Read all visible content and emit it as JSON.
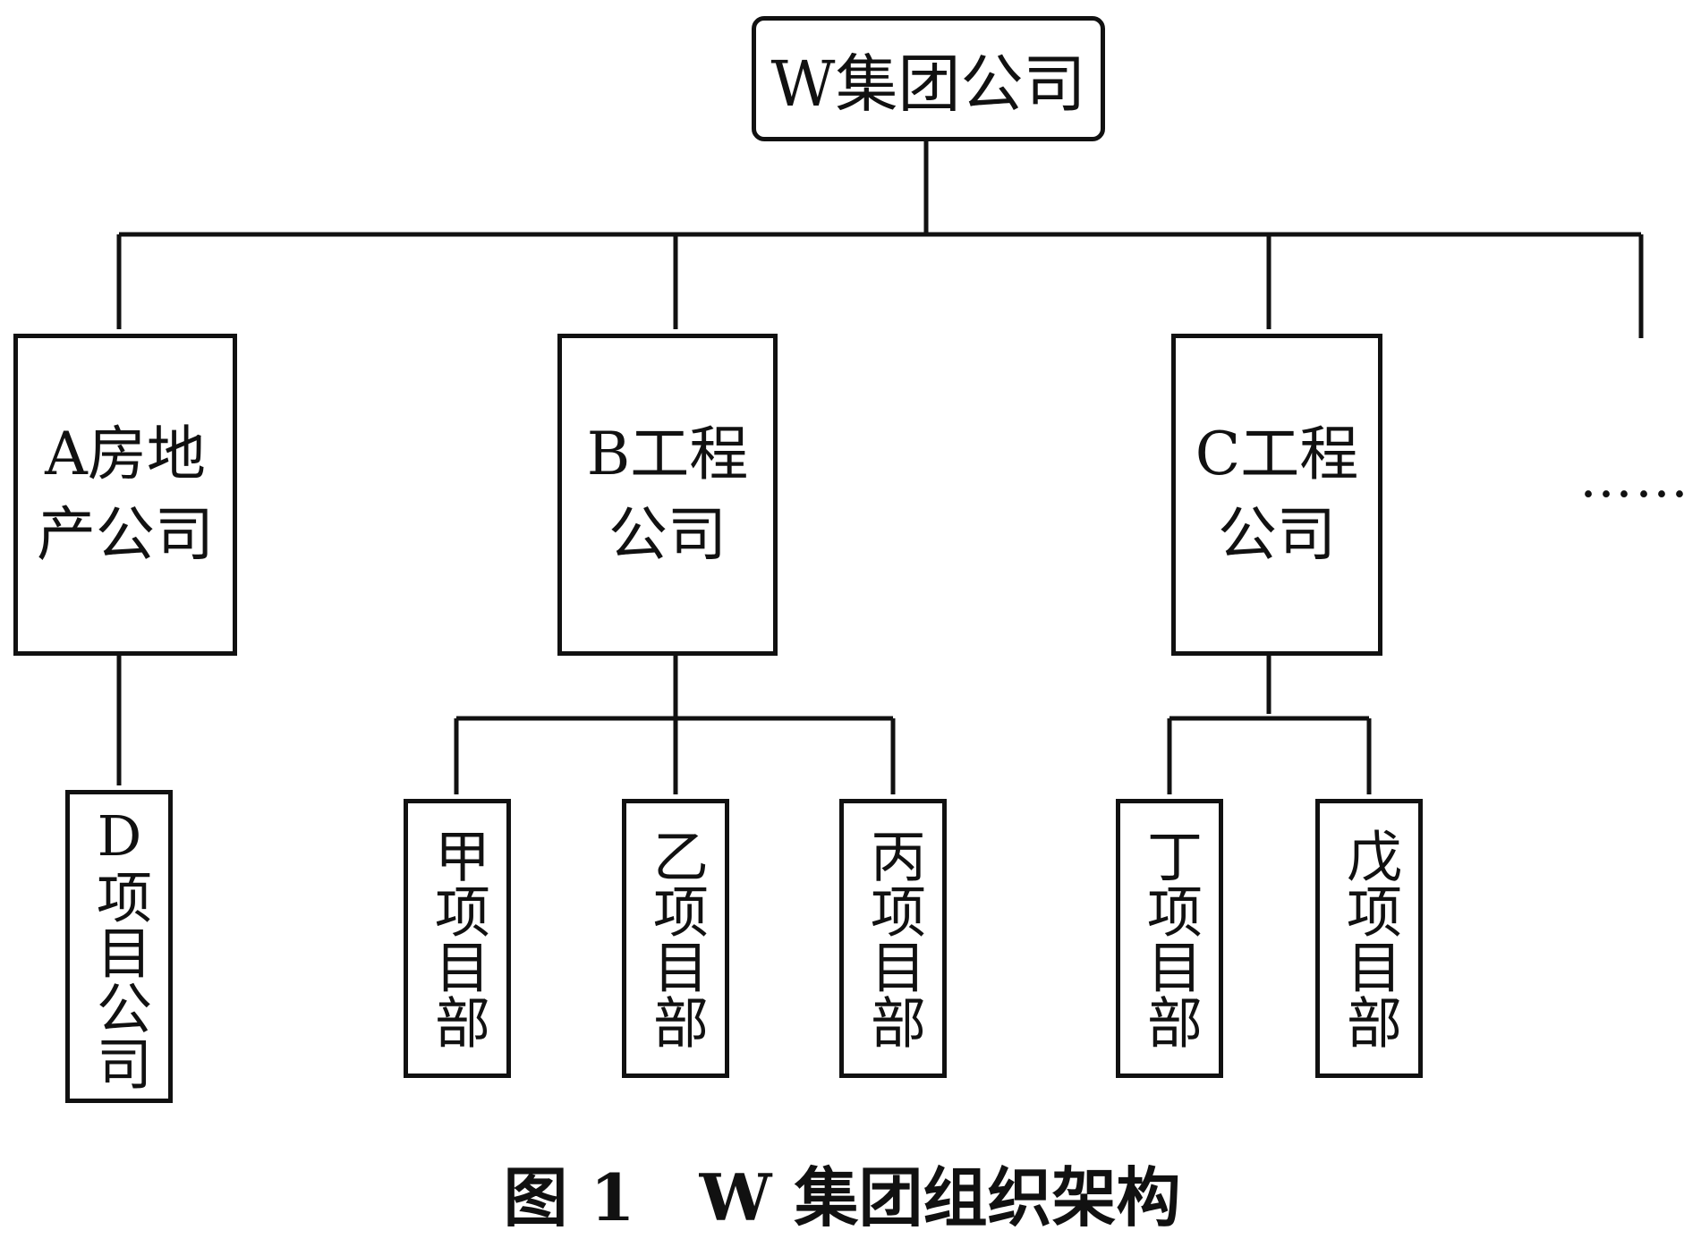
{
  "root": {
    "label": "W集团公司"
  },
  "subsidiaries": [
    {
      "id": "a",
      "label": "A房地产公司"
    },
    {
      "id": "b",
      "label": "B工程公司"
    },
    {
      "id": "c",
      "label": "C工程公司"
    }
  ],
  "more_marker": "……",
  "units": [
    {
      "id": "d",
      "parent": "a",
      "label": "D项目公司"
    },
    {
      "id": "jia",
      "parent": "b",
      "label": "甲项目部"
    },
    {
      "id": "yi",
      "parent": "b",
      "label": "乙项目部"
    },
    {
      "id": "bing",
      "parent": "b",
      "label": "丙项目部"
    },
    {
      "id": "ding",
      "parent": "c",
      "label": "丁项目部"
    },
    {
      "id": "wu",
      "parent": "c",
      "label": "戊项目部"
    }
  ],
  "caption": "图 1　W 集团组织架构"
}
